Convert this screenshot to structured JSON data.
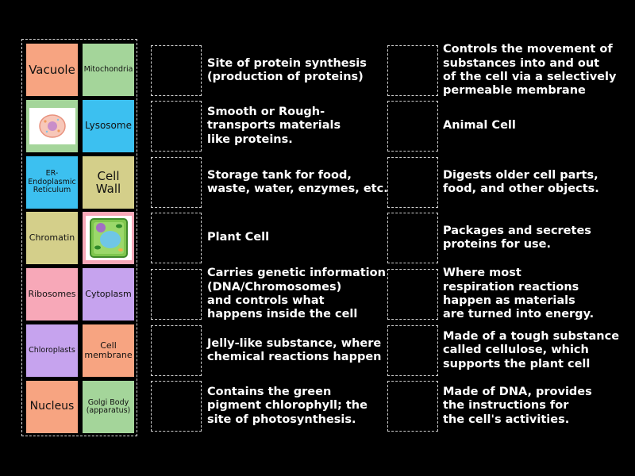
{
  "bank": {
    "tiles": [
      {
        "label": "Vacuole",
        "color": "#f7a481",
        "size": "15px"
      },
      {
        "label": "Mitochondria",
        "color": "#a4d59a",
        "size": "9.5px"
      },
      {
        "label": "",
        "color": "#a4d59a",
        "image": "animal-cell"
      },
      {
        "label": "Lysosome",
        "color": "#3cc0f0",
        "size": "12px"
      },
      {
        "label": "ER-\nEndoplasmic\nReticulum",
        "color": "#3cc0f0",
        "size": "9.5px"
      },
      {
        "label": "Cell\nWall",
        "color": "#d4cf8a",
        "size": "15px"
      },
      {
        "label": "Chromatin",
        "color": "#d4cf8a",
        "size": "11px"
      },
      {
        "label": "",
        "color": "#f7a8b8",
        "image": "plant-cell"
      },
      {
        "label": "Ribosomes",
        "color": "#f7a8b8",
        "size": "11px"
      },
      {
        "label": "Cytoplasm",
        "color": "#c6a3ee",
        "size": "11px"
      },
      {
        "label": "Chloroplasts",
        "color": "#c6a3ee",
        "size": "9.5px"
      },
      {
        "label": "Cell\nmembrane",
        "color": "#f7a481",
        "size": "11px"
      },
      {
        "label": "Nucleus",
        "color": "#f7a481",
        "size": "14px"
      },
      {
        "label": "Golgi Body\n(apparatus)",
        "color": "#a4d59a",
        "size": "9.5px"
      }
    ]
  },
  "left_clues": [
    "Site of protein synthesis\n(production of proteins)",
    "Smooth or Rough-\ntransports materials\nlike proteins.",
    "Storage tank for food,\nwaste, water, enzymes, etc.",
    "Plant Cell",
    "Carries genetic information\n(DNA/Chromosomes)\nand controls what\nhappens inside the cell",
    "Jelly-like substance, where\nchemical reactions happen",
    "Contains the green\npigment chlorophyll; the\nsite of photosynthesis."
  ],
  "right_clues": [
    "Controls the movement of\nsubstances into and out\nof the cell via a selectively\npermeable membrane",
    "Animal Cell",
    "Digests older cell parts,\nfood, and other objects.",
    "Packages and secretes\nproteins for use.",
    "Where most\nrespiration reactions\nhappen as materials\nare turned into energy.",
    "Made of a tough substance\ncalled cellulose, which\nsupports the plant cell",
    "Made of DNA, provides\nthe instructions for\nthe cell's activities."
  ]
}
